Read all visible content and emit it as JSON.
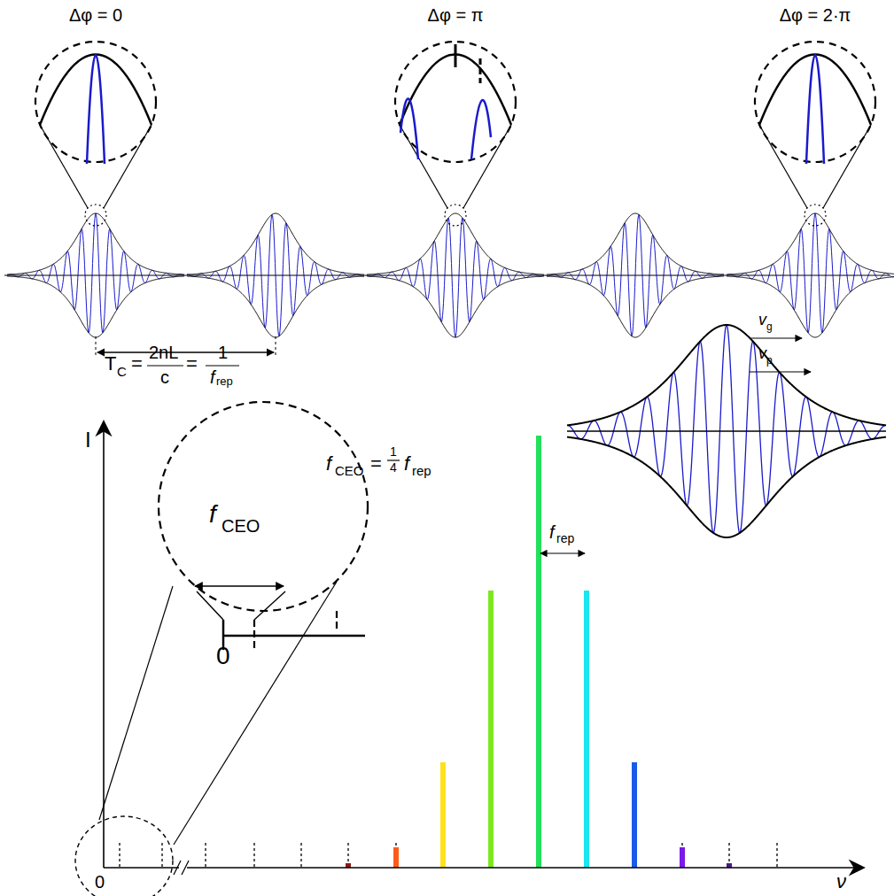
{
  "diagram": {
    "labels": [
      "Δφ = 0",
      "Δφ = π",
      "Δφ = 2·π",
      "T",
      "C",
      "=",
      "2nL",
      "c",
      "=",
      "1",
      "f",
      "rep",
      "I",
      "f",
      "CEO",
      "=",
      "1",
      "4",
      "f",
      "rep",
      "f",
      "CEO",
      "0",
      "0",
      "f",
      "rep",
      "v",
      "g",
      "v",
      "p",
      "ν"
    ]
  }
}
